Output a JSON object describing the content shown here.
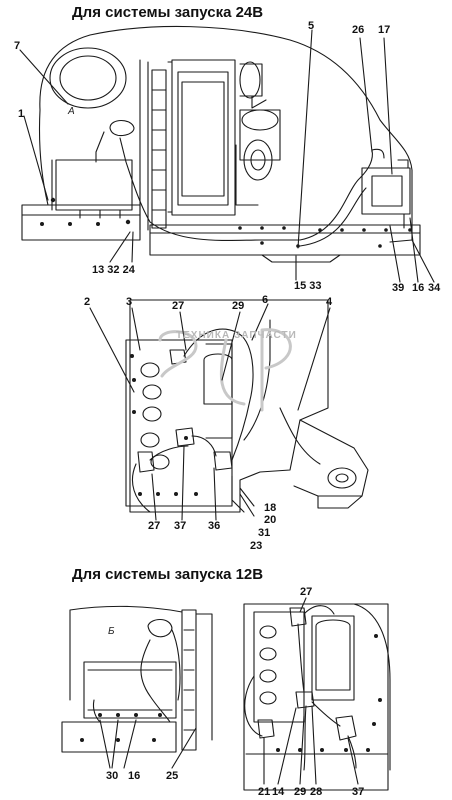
{
  "titles": {
    "system_24v": "Для системы запуска 24В",
    "system_12v": "Для системы запуска 12В"
  },
  "watermark": "ТЕХНИКА  ЗАПЧАСТИ",
  "views": {
    "view_a": "A",
    "view_b": "Б"
  },
  "callouts_24v_top": {
    "c7": "7",
    "c1": "1",
    "c5": "5",
    "c26": "26",
    "c17": "17",
    "bottom_left": "13 32 24",
    "bottom_mid": "15 33",
    "c39": "39",
    "c16": "16",
    "c34": "34"
  },
  "callouts_24v_battery": {
    "c2": "2",
    "c3": "3",
    "c27": "27",
    "c29": "29",
    "c6": "6",
    "c4": "4",
    "c27b": "27",
    "c37": "37",
    "c36": "36",
    "c18": "18",
    "c20": "20",
    "c31": "31",
    "c23": "23"
  },
  "callouts_12v": {
    "c27": "27",
    "bottom_left": "30",
    "c16": "16",
    "c25": "25",
    "c21": "21",
    "c14": "14",
    "c29": "29",
    "c28": "28",
    "c37": "37"
  }
}
